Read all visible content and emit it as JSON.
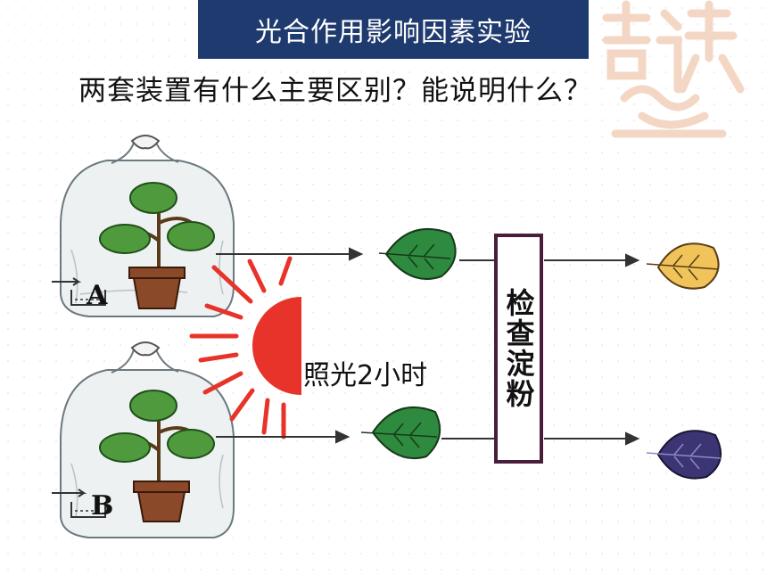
{
  "title": "光合作用影响因素实验",
  "question": "两套装置有什么主要区别？能说明什么？",
  "labels": {
    "a": "A",
    "b": "B",
    "light": "照光2小时",
    "check": "检查淀粉"
  },
  "colors": {
    "title_bg": "#1e3a6e",
    "sun": "#e8332b",
    "leaf_green": "#2e8a3e",
    "leaf_yellow": "#f0c45a",
    "leaf_purple": "#3b3573"
  }
}
